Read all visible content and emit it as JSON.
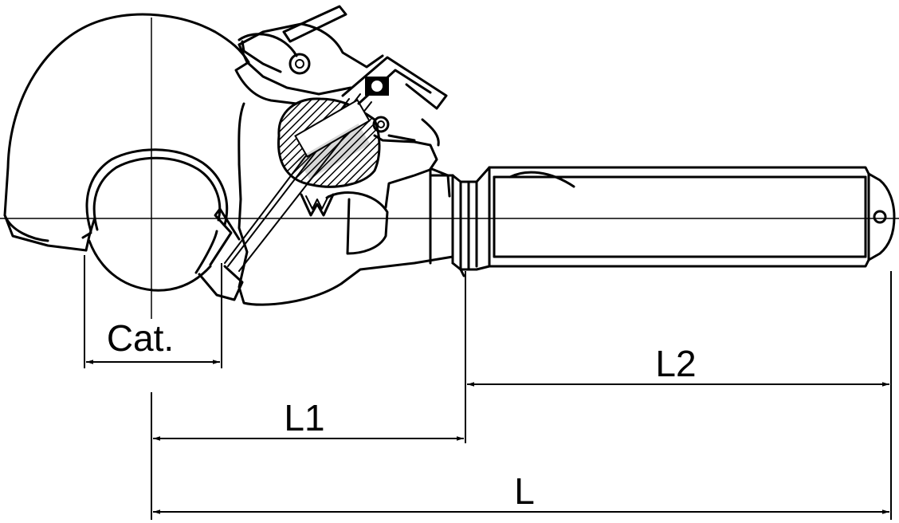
{
  "dimensions": {
    "cat_label": "Cat.",
    "l1_label": "L1",
    "l2_label": "L2",
    "l_label": "L"
  },
  "colors": {
    "line": "#000000",
    "background": "#ffffff"
  }
}
